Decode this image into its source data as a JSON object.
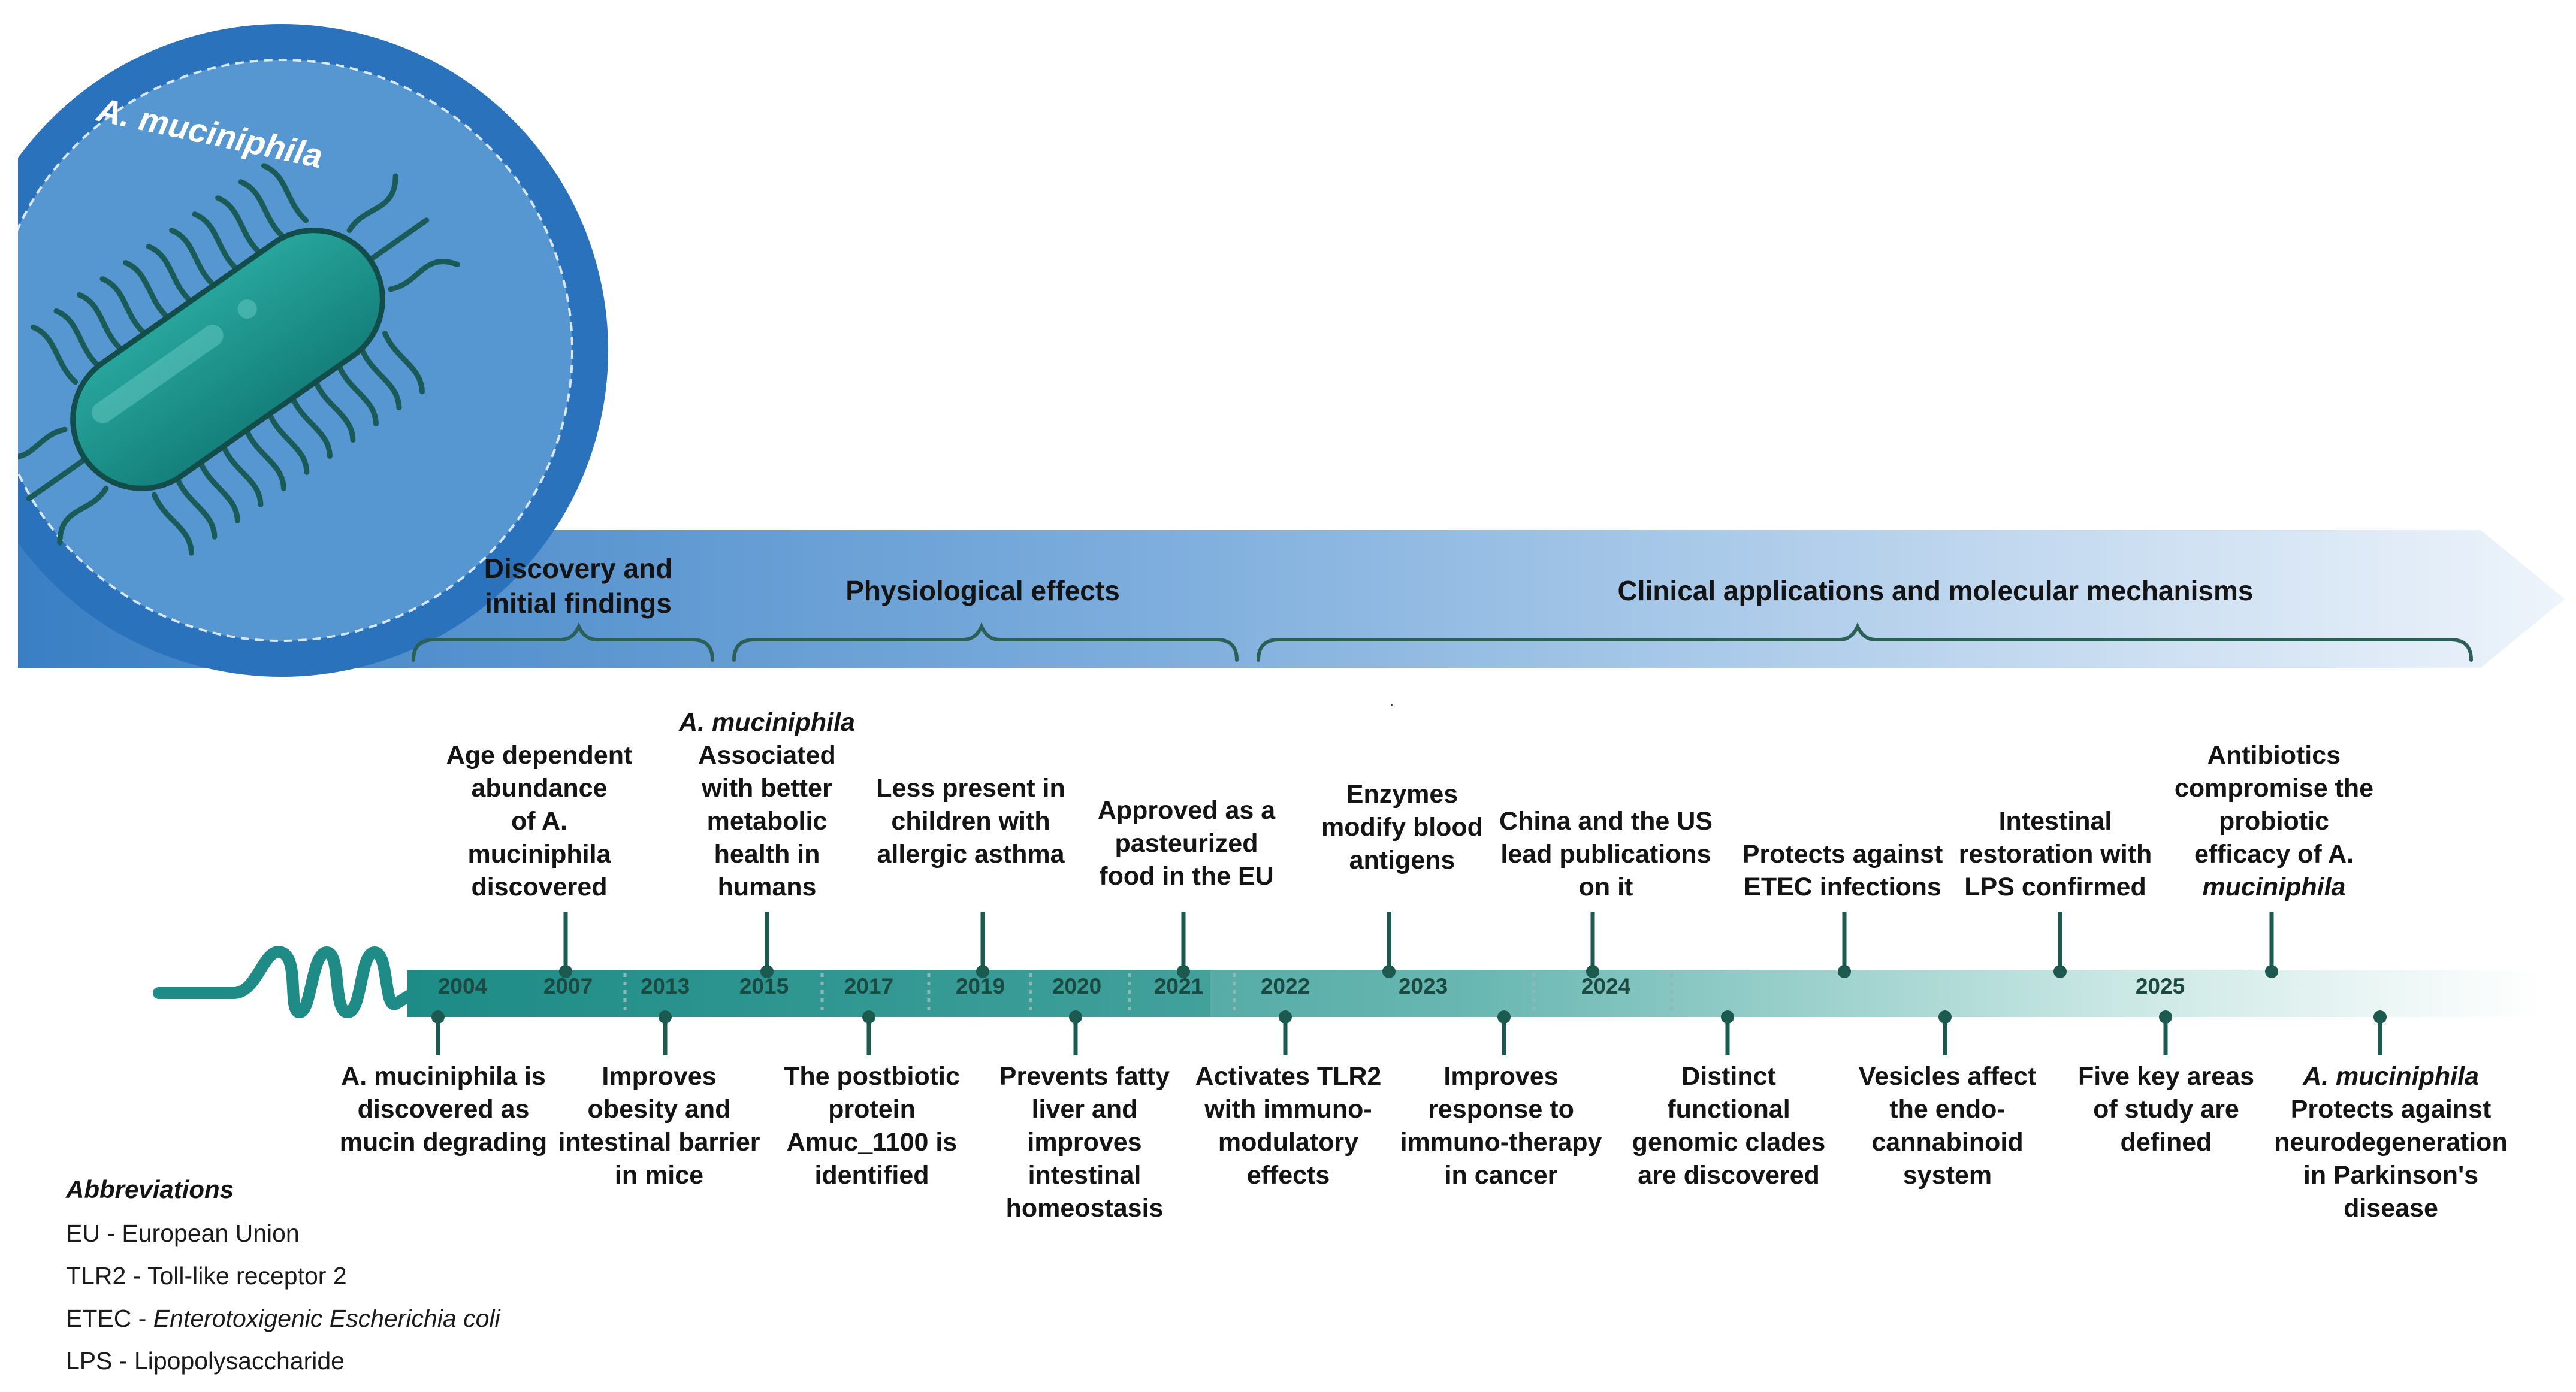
{
  "organism_label": "A. muciniphila",
  "phases": [
    {
      "id": "discovery",
      "lines": [
        "Discovery and",
        "initial findings"
      ]
    },
    {
      "id": "physiological",
      "lines": [
        "Physiological effects"
      ]
    },
    {
      "id": "clinical",
      "lines": [
        "Clinical applications and molecular mechanisms"
      ]
    }
  ],
  "years": [
    "2004",
    "2007",
    "2013",
    "2015",
    "2017",
    "2019",
    "2020",
    "2021",
    "2022",
    "2023",
    "2024",
    "2025"
  ],
  "events_above": [
    {
      "id": "age-dependent",
      "lines": [
        "Age dependent",
        "abundance",
        "of A.",
        "muciniphila",
        "discovered"
      ]
    },
    {
      "id": "metabolic-health",
      "lines": [
        "A. muciniphila",
        "Associated",
        "with better",
        "metabolic",
        "health in",
        "humans"
      ]
    },
    {
      "id": "allergic-asthma",
      "lines": [
        "Less present in",
        "children with",
        "allergic asthma"
      ]
    },
    {
      "id": "approved-eu",
      "lines": [
        "Approved as a",
        "pasteurized",
        "food in the EU"
      ]
    },
    {
      "id": "blood-antigens",
      "lines": [
        "Enzymes",
        "modify blood",
        "antigens"
      ]
    },
    {
      "id": "china-us",
      "lines": [
        "China and the US",
        "lead publications",
        "on it"
      ]
    },
    {
      "id": "etec",
      "lines": [
        "Protects against",
        "ETEC infections"
      ]
    },
    {
      "id": "lps",
      "lines": [
        "Intestinal",
        "restoration with",
        "LPS confirmed"
      ]
    },
    {
      "id": "antibiotics",
      "lines": [
        "Antibiotics",
        "compromise the",
        "probiotic",
        "efficacy of A.",
        "muciniphila"
      ]
    }
  ],
  "events_below": [
    {
      "id": "mucin-degrading",
      "lines": [
        "A. muciniphila is",
        "discovered as",
        "mucin degrading"
      ]
    },
    {
      "id": "obesity-mice",
      "lines": [
        "Improves",
        "obesity and",
        "intestinal barrier",
        "in mice"
      ]
    },
    {
      "id": "amuc-1100",
      "lines": [
        "The postbiotic",
        "protein",
        "Amuc_1100 is",
        "identified"
      ]
    },
    {
      "id": "fatty-liver",
      "lines": [
        "Prevents fatty",
        "liver and",
        "improves",
        "intestinal",
        "homeostasis"
      ]
    },
    {
      "id": "tlr2",
      "lines": [
        "Activates TLR2",
        "with immuno-",
        "modulatory",
        "effects"
      ]
    },
    {
      "id": "immunotherapy",
      "lines": [
        "Improves",
        "response to",
        "immuno-therapy",
        "in cancer"
      ]
    },
    {
      "id": "clades",
      "lines": [
        "Distinct",
        "functional",
        "genomic clades",
        "are discovered"
      ]
    },
    {
      "id": "vesicles",
      "lines": [
        "Vesicles affect",
        "the endo-",
        "cannabinoid",
        "system"
      ]
    },
    {
      "id": "five-areas",
      "lines": [
        "Five key areas",
        "of study are",
        "defined"
      ]
    },
    {
      "id": "parkinsons",
      "lines": [
        "A. muciniphila",
        "Protects against",
        "neurodegeneration",
        "in Parkinson's",
        "disease"
      ]
    }
  ],
  "abbreviations": {
    "title": "Abbreviations",
    "items": [
      {
        "abbr": "EU",
        "sep": " - ",
        "text": "European Union"
      },
      {
        "abbr": "TLR2",
        "sep": " - ",
        "text": "Toll-like receptor 2"
      },
      {
        "abbr": "ETEC",
        "sep": " - ",
        "text": "Enterotoxigenic Escherichia coli"
      },
      {
        "abbr": "LPS",
        "sep": " - ",
        "text": "Lipopolysaccharide"
      }
    ]
  },
  "colors": {
    "circle_outer": "#2b72bd",
    "circle_inner": "#5393cf",
    "bacterium": "#1f958f",
    "timeline_teal": "#1e8b86",
    "marker": "#1c5a50",
    "bracket": "#2c5f55",
    "arrow_start": "#3a7fc4",
    "arrow_end": "#eaf2fa"
  }
}
